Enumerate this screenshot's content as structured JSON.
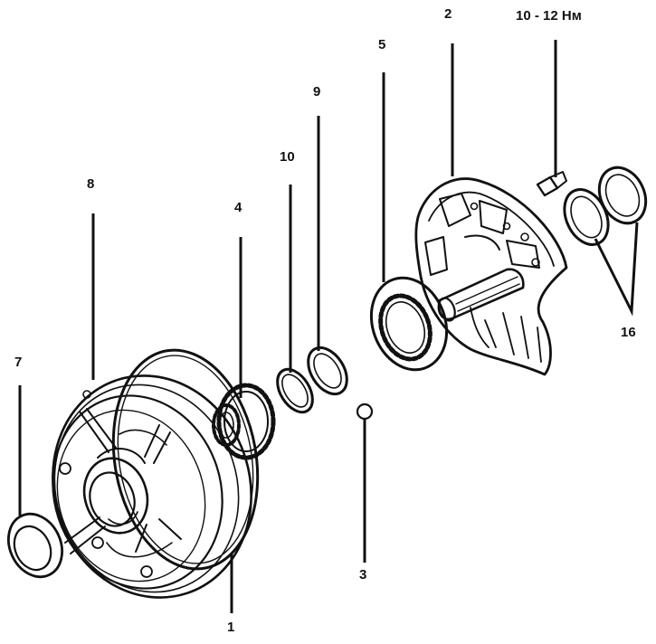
{
  "labels": {
    "l1": "1",
    "l2": "2",
    "l3": "3",
    "l4": "4",
    "l5": "5",
    "l7": "7",
    "l8": "8",
    "l9": "9",
    "l10": "10",
    "l16": "16",
    "torque": "10 - 12 Нм"
  },
  "colors": {
    "ink": "#111111",
    "background": "#ffffff"
  }
}
